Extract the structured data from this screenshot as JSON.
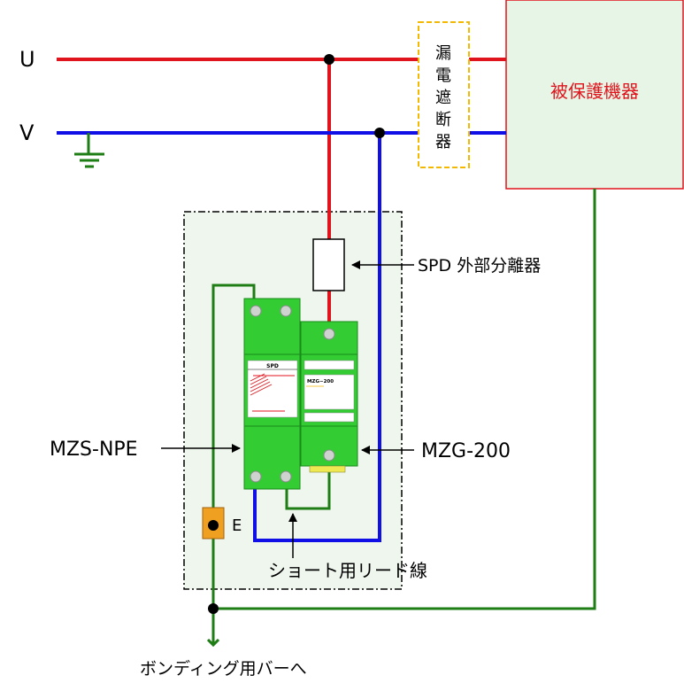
{
  "lines": {
    "u_label": "U",
    "v_label": "V"
  },
  "labels": {
    "protected_device": "被保護機器",
    "breaker_chars": [
      "漏",
      "電",
      "遮",
      "断",
      "器"
    ],
    "spd_disconnector": "SPD 外部分離器",
    "mzs_npe": "MZS-NPE",
    "mzg_200": "MZG-200",
    "e_terminal": "E",
    "short_lead": "ショート用リード線",
    "bonding_bar": "ボンディング用バーへ",
    "spd_face_title": "SPD",
    "mzg_face_title": "MZG−200"
  },
  "colors": {
    "u_line": "#e0141c",
    "v_line": "#1010e6",
    "ground": "#1e7d14",
    "module_green": "#33cc33",
    "panel_bg": "#eef6ee",
    "breaker_border": "#f5b800",
    "protected_text": "#e0141c",
    "protected_bg": "#e6f5e6"
  }
}
